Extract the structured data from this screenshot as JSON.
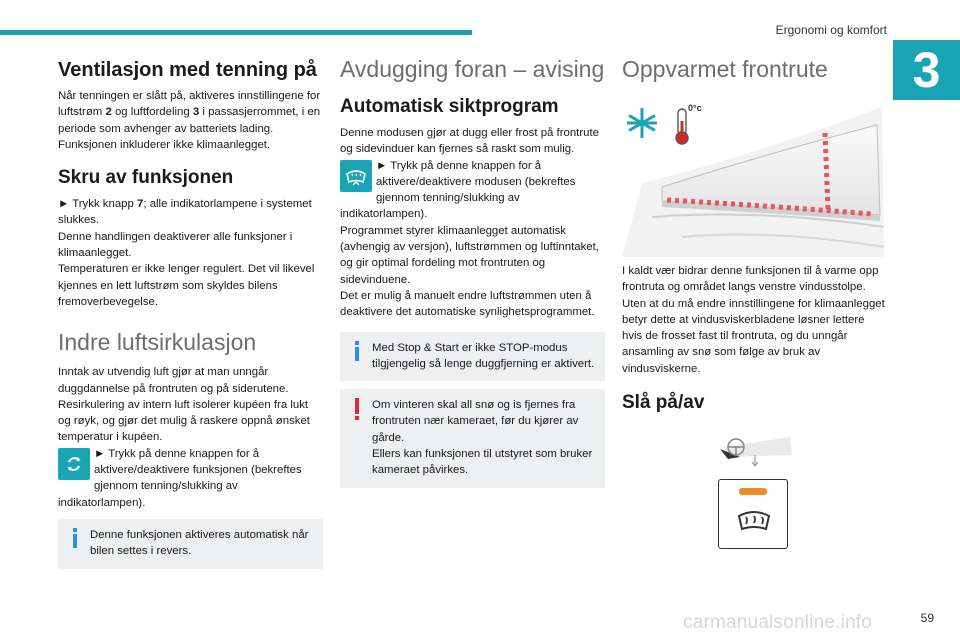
{
  "header": {
    "section": "Ergonomi og komfort",
    "chapter": "3"
  },
  "col1": {
    "vent_title": "Ventilasjon med tenning på",
    "vent_p": [
      "Når tenningen er slått på, aktiveres innstillingene for luftstrøm ",
      "2",
      " og luftfordeling ",
      "3",
      " i passasjerrommet, i en periode som avhenger av batteriets lading.",
      "Funksjonen inkluderer ikke klimaanlegget."
    ],
    "off_title": "Skru av funksjonen",
    "off_p": [
      "► Trykk knapp ",
      "7",
      "; alle indikatorlampene i systemet slukkes.",
      "Denne handlingen deaktiverer alle funksjoner i klimaanlegget.",
      "Temperaturen er ikke lenger regulert. Det vil likevel kjennes en lett luftstrøm som skyldes bilens fremoverbevegelse."
    ],
    "recirc_title": "Indre luftsirkulasjon",
    "recirc_p": "Inntak av utvendig luft gjør at man unngår duggdannelse på frontruten og på siderutene. Resirkulering av intern luft isolerer kupéen fra lukt og røyk, og gjør det mulig å raskere oppnå ønsket temperatur i kupéen.",
    "recirc_button_p": "► Trykk på denne knappen for å aktivere/deaktivere funksjonen (bekreftes gjennom tenning/slukking av indikatorlampen).",
    "recirc_note": "Denne funksjonen aktiveres automatisk når bilen settes i revers."
  },
  "col2": {
    "title": "Avdugging foran – avising",
    "auto_title": "Automatisk siktprogram",
    "auto_p": "Denne modusen gjør at dugg eller frost på frontrute og sidevinduer kan fjernes så raskt som mulig.",
    "auto_button_p": "► Trykk på denne knappen for å aktivere/deaktivere modusen (bekreftes gjennom tenning/slukking av indikatorlampen).",
    "auto_p2": [
      "Programmet styrer klimaanlegget automatisk (avhengig av versjon), luftstrømmen og luftinntaket, og gir optimal fordeling mot frontruten og sidevinduene.",
      "Det er mulig å manuelt endre luftstrømmen uten å deaktivere det automatiske synlighetsprogrammet."
    ],
    "info_note": "Med Stop & Start er ikke STOP-modus tilgjengelig så lenge duggfjerning er aktivert.",
    "warn_note": [
      "Om vinteren skal all snø og is fjernes fra frontruten nær kameraet, før du kjører av gårde.",
      "Ellers kan funksjonen til utstyret som bruker kameraet påvirkes."
    ]
  },
  "col3": {
    "title": "Oppvarmet frontrute",
    "temp_label": "0°c",
    "body": [
      "I kaldt vær bidrar denne funksjonen til å varme opp frontruta og området langs venstre vindusstolpe.",
      "Uten at du må endre innstillingene for klimaanlegget betyr dette at vindusviskerbladene løsner lettere hvis de frosset fast til frontruta, og du unngår ansamling av snø som følge av bruk av vindusviskerne."
    ],
    "onoff_title": "Slå på/av"
  },
  "footer": {
    "page_number": "59",
    "watermark": "carmanualsonline.info"
  },
  "colors": {
    "accent": "#1aa3b3",
    "info": "#2b8fe6",
    "warning": "#e02a3a",
    "indicator": "#f08a24"
  }
}
